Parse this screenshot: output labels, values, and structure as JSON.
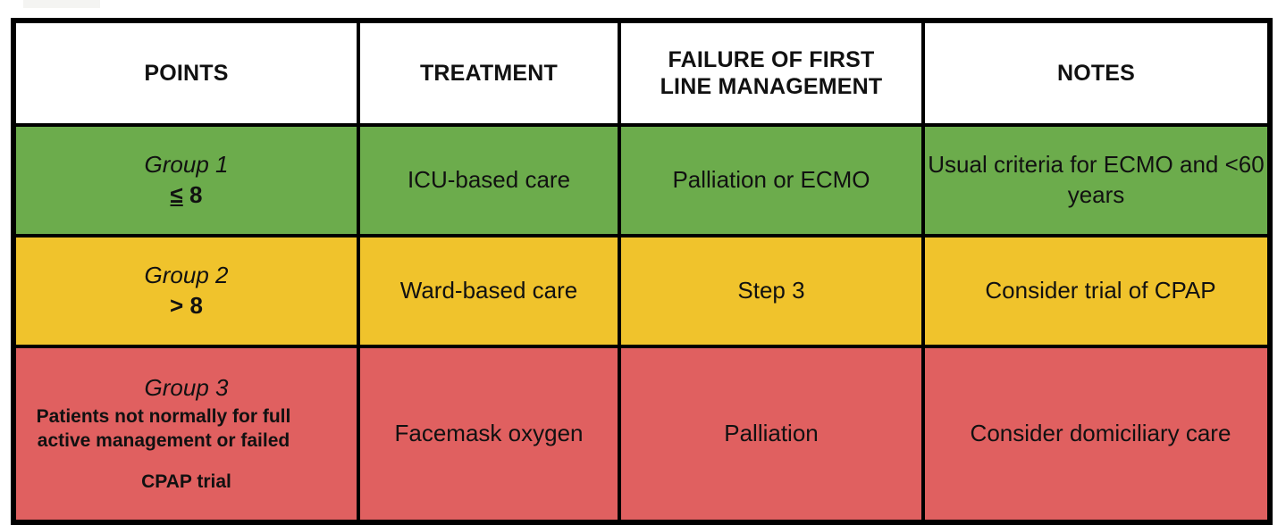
{
  "table": {
    "headers": [
      {
        "id": "points",
        "label": "POINTS"
      },
      {
        "id": "treatment",
        "label": "TREATMENT"
      },
      {
        "id": "failure",
        "label_line1": "FAILURE OF FIRST",
        "label_line2": "LINE MANAGEMENT"
      },
      {
        "id": "notes",
        "label": "NOTES"
      }
    ],
    "rows": [
      {
        "id": "group-1",
        "color": "#6CAC4C",
        "group_title": "Group 1",
        "group_value_sign": "≤",
        "group_value_number": "8",
        "group_desc": "",
        "group_desc_2": "",
        "treatment": "ICU-based care",
        "failure": "Palliation or ECMO",
        "notes": "Usual criteria for ECMO and <60 years"
      },
      {
        "id": "group-2",
        "color": "#F0C32C",
        "group_title": "Group 2",
        "group_value_sign": ">",
        "group_value_number": "8",
        "group_desc": "",
        "group_desc_2": "",
        "treatment": "Ward-based care",
        "failure": "Step 3",
        "notes": "Consider trial of CPAP"
      },
      {
        "id": "group-3",
        "color": "#E06060",
        "group_title": "Group 3",
        "group_value_sign": "",
        "group_value_number": "",
        "group_desc": "Patients not normally for full active management or failed",
        "group_desc_2": "CPAP trial",
        "treatment": "Facemask oxygen",
        "failure": "Palliation",
        "notes": "Consider domiciliary care"
      }
    ]
  },
  "colors": {
    "border": "#000000",
    "header_background": "#ffffff",
    "green": "#6CAC4C",
    "yellow": "#F0C32C",
    "red": "#E06060",
    "text": "#111111"
  }
}
